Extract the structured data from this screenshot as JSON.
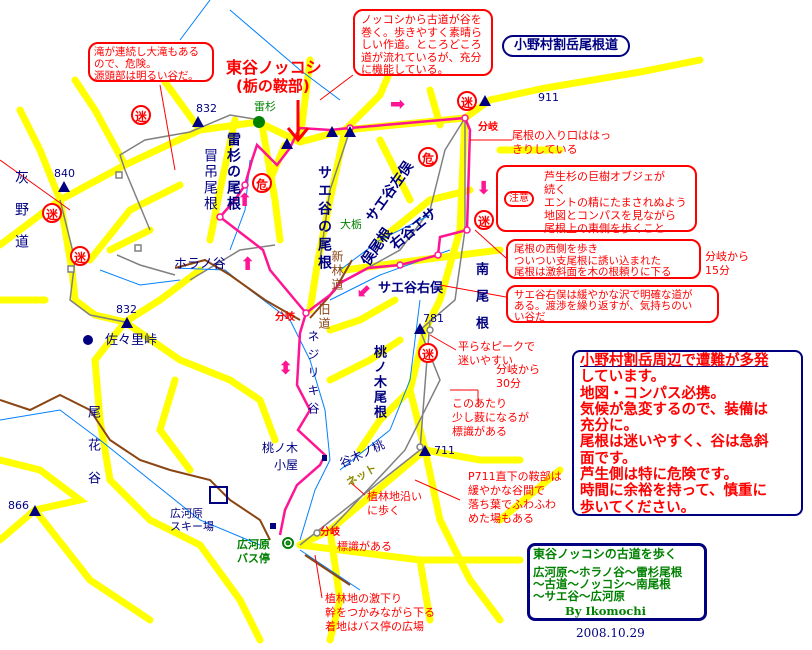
{
  "title_main": {
    "line1": "東谷ノッコシ",
    "line2": "(栃の鞍部)"
  },
  "route_title": "小野村割岳尾根道",
  "callouts": {
    "falls": [
      "滝が連続し大滝もある",
      "ので、危険。",
      "源頭部は明るい谷だ。"
    ],
    "old_road": [
      "ノッコシから古道が谷を",
      "巻く。歩きやすく素晴ら",
      "しい作道。ところどころ",
      "道が流れているが、充分",
      "に機能している。"
    ],
    "ridge_entry": [
      "尾根の入り口ははっ",
      "きりしている"
    ],
    "caution_badge": "注意",
    "caution": [
      "芦生杉の巨樹オブジェが",
      "続く",
      "エントの精にたまされぬよう",
      "地図とコンパスを見ながら",
      "尾根上の東側を歩くこと"
    ],
    "west_side": [
      "尾根の西側を歩き",
      "ついつい支尾根に誘い込まれた",
      "尾根は激斜面を木の根頼りに下る"
    ],
    "from_junction_15": [
      "分岐から",
      "15分"
    ],
    "saedani": [
      "サエ谷右俣は緩やかな沢で明確な道が",
      "ある。渡渉を繰り返すが、気持ちのい",
      "い谷だ"
    ],
    "flat_peak": [
      "平らなピークで",
      "迷いやすい"
    ],
    "from_junction_30": [
      "分岐から",
      "30分"
    ],
    "bush": [
      "このあたり",
      "少し薮になるが",
      "標識がある"
    ],
    "p711": [
      "P711直下の鞍部は",
      "緩やかな谷間で",
      "落ち葉でふわふわ",
      "めた場もある"
    ],
    "plantation": [
      "植林地沿い",
      "に歩く"
    ],
    "signpost": "標識がある",
    "descent": [
      "植林地の激下り",
      "幹をつかみながら下る",
      "着地はバス停の広場"
    ]
  },
  "warning": {
    "headline": "小野村割岳周辺で遭難が多発",
    "lines": [
      "しています。",
      "地図・コンパス必携。",
      "気候が急変するので、装備は",
      "充分に。",
      "尾根は迷いやすく、谷は急斜",
      "面です。",
      "芦生側は特に危険です。",
      "時間に余裕を持って、慎重に",
      "歩いてください。"
    ]
  },
  "footer": {
    "title": "東谷ノッコシの古道を歩く",
    "route": [
      "広河原～ホラノ谷～雷杉尾根",
      "～古道～ノッコシ～南尾根",
      "～サエ谷～広河原"
    ],
    "author": "By  Ikomochi",
    "date": "2008.10.29"
  },
  "peaks": [
    "832",
    "911",
    "840",
    "832",
    "781",
    "711",
    "866"
  ],
  "places": {
    "kaminari_sugi": "雷杉",
    "haino_michi": "灰野道",
    "horanotani": "ホラノ谷",
    "sasari_toge": "佐々里峠",
    "obanadani": "尾花谷",
    "ski": [
      "広河原",
      "スキー場"
    ],
    "bus": [
      "広河原",
      "バス停"
    ],
    "momonoki_hut": [
      "桃ノ木",
      "小屋"
    ],
    "momonoki_valley": "谷木ノ桃",
    "net": "ネット",
    "nejiri": "ネジリキ谷",
    "momonoki_ridge": "桃ノ木尾根",
    "sae_ridge": "サエ谷の尾根",
    "kaminari_ridge": "雷杉の尾根",
    "tsuri_ridge": "冒吊尾根",
    "sae_left": "サエ谷左俣",
    "sae_right_ridge": "右谷エサ",
    "mata_ridge": "俣尾根",
    "otochi": "大栃",
    "new_road": "新林道",
    "old_road": "旧道",
    "south_ridge": "南尾根",
    "sae_right": "サエ谷右俣",
    "junction": "分岐"
  },
  "markers": {
    "lost": "迷",
    "danger": "危"
  },
  "colors": {
    "ridge": "#ffff00",
    "route": "#ff1493",
    "trail": "#808080",
    "stream": "#0080ff",
    "text_red": "#ff0000",
    "text_navy": "#000080",
    "forest_road": "#8b4513"
  }
}
